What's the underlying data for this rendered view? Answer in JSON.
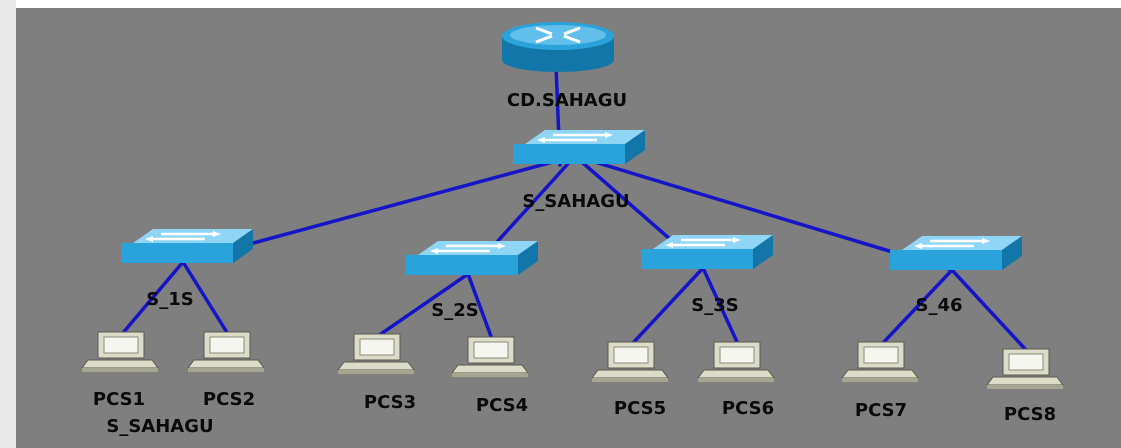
{
  "diagram": {
    "colors": {
      "link": "#1414c8",
      "background": "#7f7f7f",
      "device_body": "#2aa2dc",
      "device_top": "#8fd5f5",
      "device_side": "#1277a8",
      "pc_body": "#dcdcc8"
    },
    "router": {
      "id": "router",
      "label": "CD.SAHAGU",
      "icon": "router-icon"
    },
    "switches": [
      {
        "id": "core",
        "label": "S_SAHAGU",
        "icon": "switch-icon"
      },
      {
        "id": "s1",
        "label": "S_1S",
        "icon": "switch-icon"
      },
      {
        "id": "s2",
        "label": "S_2S",
        "icon": "switch-icon"
      },
      {
        "id": "s3",
        "label": "S_3S",
        "icon": "switch-icon"
      },
      {
        "id": "s4",
        "label": "S_46",
        "icon": "switch-icon"
      }
    ],
    "pcs": [
      {
        "id": "pc1",
        "label": "PCS1",
        "icon": "pc-icon"
      },
      {
        "id": "pc2",
        "label": "PCS2",
        "icon": "pc-icon"
      },
      {
        "id": "pc3",
        "label": "PCS3",
        "icon": "pc-icon"
      },
      {
        "id": "pc4",
        "label": "PCS4",
        "icon": "pc-icon"
      },
      {
        "id": "pc5",
        "label": "PCS5",
        "icon": "pc-icon"
      },
      {
        "id": "pc6",
        "label": "PCS6",
        "icon": "pc-icon"
      },
      {
        "id": "pc7",
        "label": "PCS7",
        "icon": "pc-icon"
      },
      {
        "id": "pc8",
        "label": "PCS8",
        "icon": "pc-icon"
      }
    ],
    "links": [
      [
        "router",
        "core"
      ],
      [
        "core",
        "s1"
      ],
      [
        "core",
        "s2"
      ],
      [
        "core",
        "s3"
      ],
      [
        "core",
        "s4"
      ],
      [
        "s1",
        "pc1"
      ],
      [
        "s1",
        "pc2"
      ],
      [
        "s2",
        "pc3"
      ],
      [
        "s2",
        "pc4"
      ],
      [
        "s3",
        "pc5"
      ],
      [
        "s3",
        "pc6"
      ],
      [
        "s4",
        "pc7"
      ],
      [
        "s4",
        "pc8"
      ]
    ],
    "footer_label": "S_SAHAGU"
  }
}
